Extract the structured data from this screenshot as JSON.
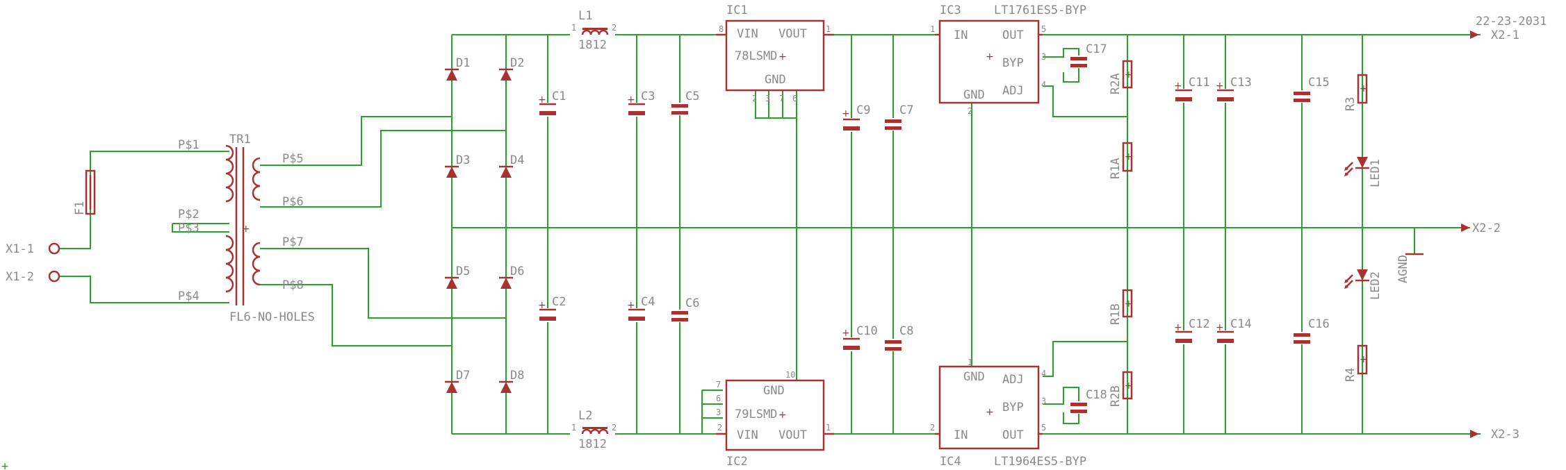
{
  "title_block": {
    "doc_id": "22-23-2031"
  },
  "connectors": {
    "x1_1": "X1-1",
    "x1_2": "X1-2",
    "x2_1": "X2-1",
    "x2_2": "X2-2",
    "x2_3": "X2-3"
  },
  "fuse": {
    "name": "F1"
  },
  "transformer": {
    "name": "TR1",
    "value": "FL6-NO-HOLES",
    "pins": [
      "P$1",
      "P$2",
      "P$3",
      "P$4",
      "P$5",
      "P$6",
      "P$7",
      "P$8"
    ]
  },
  "diodes": [
    "D1",
    "D2",
    "D3",
    "D4",
    "D5",
    "D6",
    "D7",
    "D8"
  ],
  "capacitors": [
    "C1",
    "C2",
    "C3",
    "C4",
    "C5",
    "C6",
    "C7",
    "C8",
    "C9",
    "C10",
    "C11",
    "C12",
    "C13",
    "C14",
    "C15",
    "C16",
    "C17",
    "C18"
  ],
  "inductors": [
    {
      "name": "L1",
      "value": "1812",
      "pin_a": "1",
      "pin_b": "2"
    },
    {
      "name": "L2",
      "value": "1812",
      "pin_a": "1",
      "pin_b": "2"
    }
  ],
  "ic1": {
    "name": "IC1",
    "value": "78LSMD",
    "pin_vin": "VIN",
    "pin_vout": "VOUT",
    "pin_gnd": "GND",
    "num_in": "8",
    "num_out": "1",
    "gnd_nums": [
      "2",
      "3",
      "7",
      "6"
    ]
  },
  "ic2": {
    "name": "IC2",
    "value": "79LSMD",
    "pin_vin": "VIN",
    "pin_vout": "VOUT",
    "pin_gnd": "GND",
    "num_in": "2",
    "num_out": "1",
    "num_gnd": "10",
    "side_nums": [
      "7",
      "6",
      "3"
    ]
  },
  "ic3": {
    "name": "IC3",
    "value": "LT1761ES5-BYP",
    "pin_in": "IN",
    "pin_out": "OUT",
    "pin_byp": "BYP",
    "pin_adj": "ADJ",
    "pin_gnd": "GND",
    "num_in": "1",
    "num_out": "5",
    "num_byp": "3",
    "num_adj": "4",
    "num_gnd": "2"
  },
  "ic4": {
    "name": "IC4",
    "value": "LT1964ES5-BYP",
    "pin_in": "IN",
    "pin_out": "OUT",
    "pin_byp": "BYP",
    "pin_adj": "ADJ",
    "pin_gnd": "GND",
    "num_in": "2",
    "num_out": "5",
    "num_byp": "3",
    "num_adj": "4",
    "num_gnd": "1"
  },
  "resistors": [
    "R1A",
    "R1B",
    "R2A",
    "R2B",
    "R3",
    "R4"
  ],
  "leds": [
    "LED1",
    "LED2"
  ],
  "ground": {
    "name": "AGND"
  },
  "origin_mark": "+"
}
